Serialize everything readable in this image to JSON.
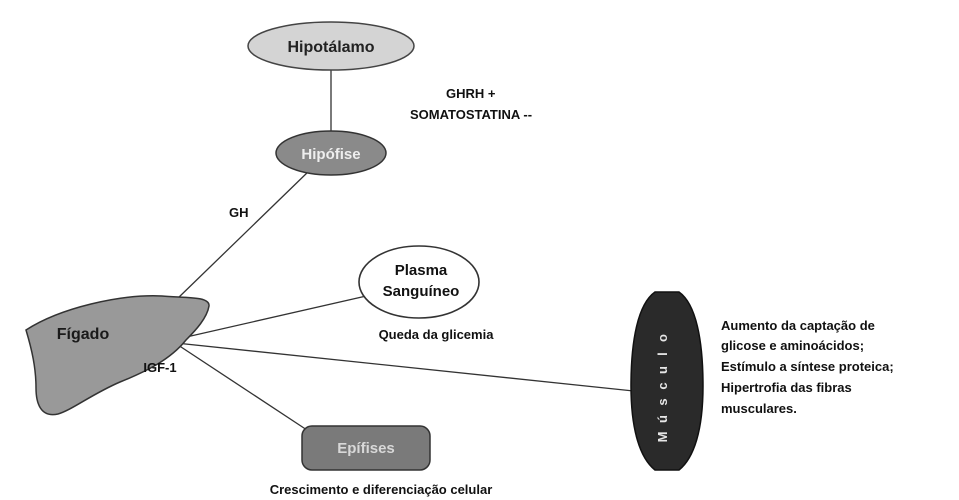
{
  "nodes": {
    "hipotalamo": {
      "label": "Hipotálamo"
    },
    "hipofise": {
      "label": "Hipófise"
    },
    "plasma": {
      "line1": "Plasma",
      "line2": "Sanguíneo"
    },
    "figado": {
      "label": "Fígado"
    },
    "epifises": {
      "label": "Epífises"
    },
    "musculo": {
      "letters": [
        "M",
        "ú",
        "s",
        "c",
        "u",
        "l",
        "o"
      ]
    }
  },
  "annotations": {
    "regulation_line1": "GHRH +",
    "regulation_line2": "SOMATOSTATINA --",
    "gh": "GH",
    "igf1": "IGF-1",
    "glicemia": "Queda da glicemia",
    "crescimento": "Crescimento e diferenciação celular",
    "muscle_effects": [
      "Aumento da captação de",
      "glicose e aminoácidos;",
      "Estímulo a síntese proteica;",
      "Hipertrofia das fibras",
      "musculares."
    ]
  },
  "colors": {
    "hipotalamo_fill": "#d4d4d4",
    "hipofise_fill": "#8a8a8a",
    "figado_fill": "#999999",
    "epifises_fill": "#7a7a7a",
    "musculo_fill": "#2a2a2a",
    "plasma_fill": "#ffffff",
    "line": "#333333",
    "text": "#111111"
  }
}
